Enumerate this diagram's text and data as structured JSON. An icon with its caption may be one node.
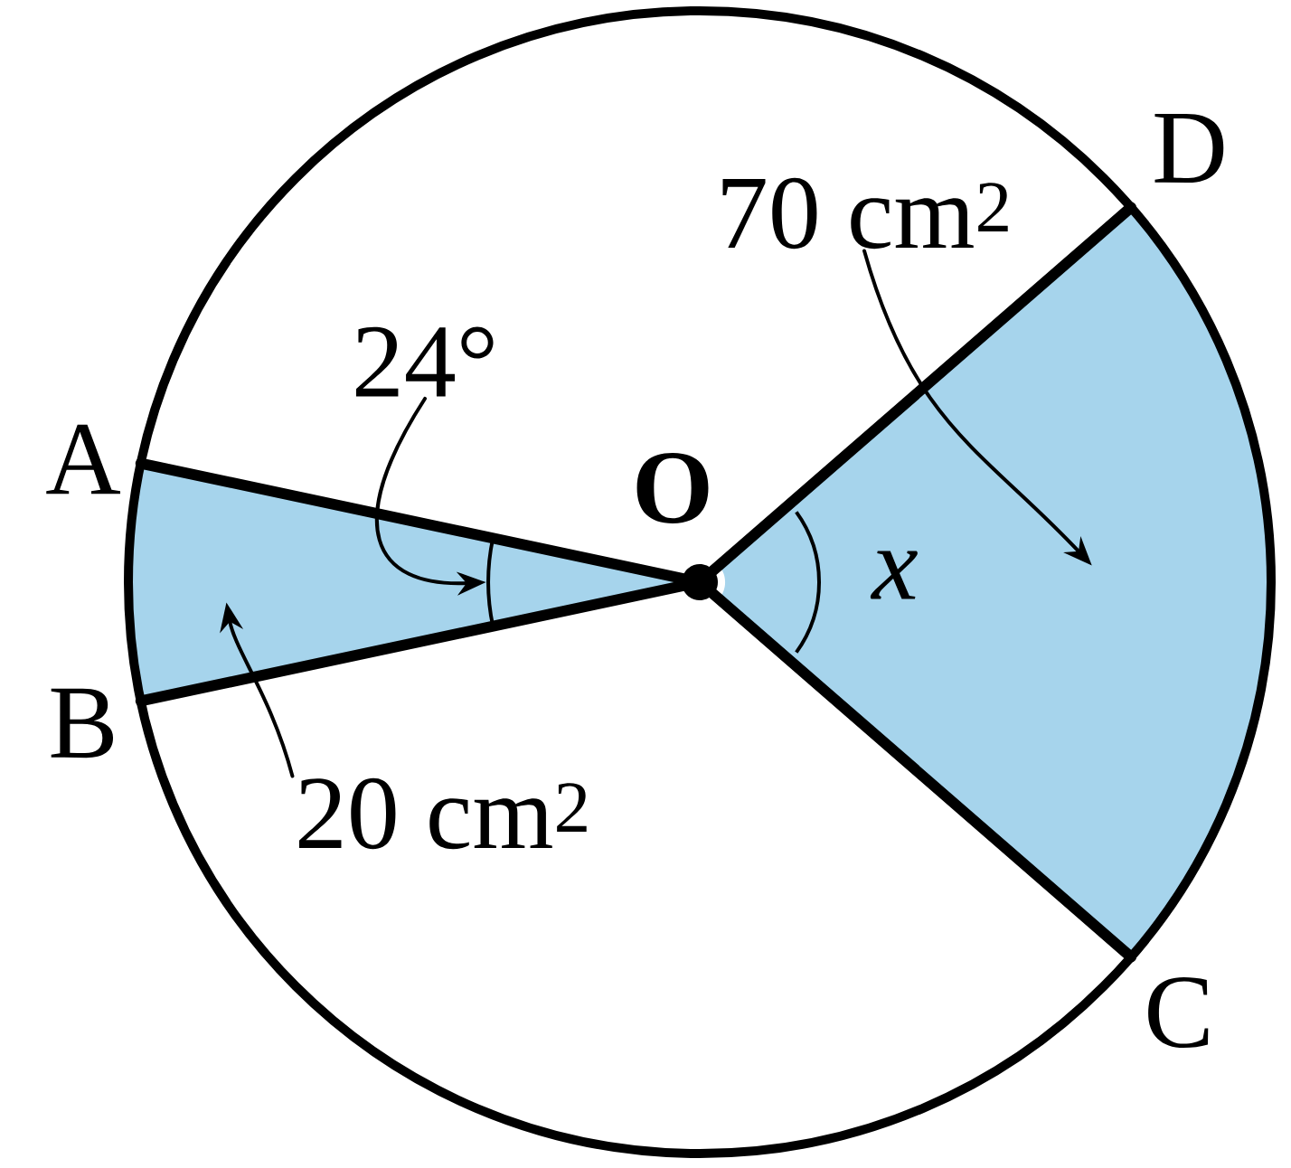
{
  "diagram": {
    "nodes": [
      {
        "text": [
          "O"
        ]
      },
      {
        "text": [
          "A"
        ]
      },
      {
        "text": [
          "B"
        ]
      },
      {
        "text": [
          "C"
        ]
      },
      {
        "text": [
          "D"
        ]
      },
      {
        "text": [
          "24°"
        ]
      },
      {
        "text": [
          "70 cm$^{2}$"
        ]
      },
      {
        "text": [
          "20 cm$^{2}$"
        ]
      },
      {
        "text": [],
        "shape": "sector"
      },
      {
        "text": [],
        "shape": "sector"
      },
      {
        "text": [],
        "shape": "arc",
        "in": 8
      }
    ],
    "edges": [
      {
        "from": 0,
        "to": 1,
        "arrow": "none"
      },
      {
        "from": 0,
        "to": 2,
        "arrow": "none"
      },
      {
        "from": 0,
        "to": 3,
        "arrow": "none"
      },
      {
        "from": 0,
        "to": 4,
        "arrow": "none"
      },
      {
        "from": 6,
        "to": 9,
        "arrow": "to"
      },
      {
        "from": 7,
        "to": 8,
        "arrow": "to"
      },
      {
        "from": 5,
        "to": 10,
        "arrow": "to"
      }
    ],
    "labels": [
      "x"
    ]
  }
}
